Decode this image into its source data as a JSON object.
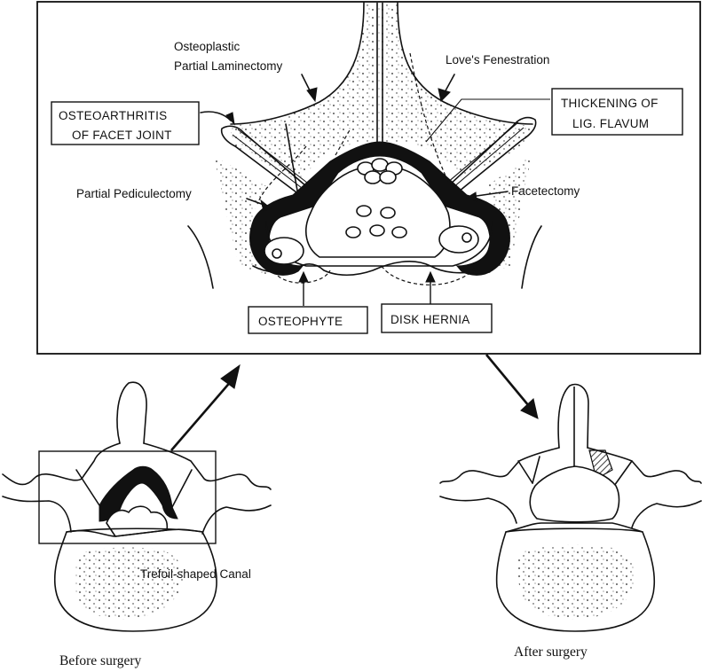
{
  "inset": {
    "labels": {
      "osteoplastic_1": "Osteoplastic",
      "osteoplastic_2": "Partial Laminectomy",
      "loves_fenestration": "Love's Fenestration",
      "partial_pediculectomy": "Partial Pediculectomy",
      "facetectomy": "Facetectomy"
    },
    "boxed_labels": {
      "osteoarthritis_1": "OSTEOARTHRITIS",
      "osteoarthritis_2": "OF FACET JOINT",
      "thickening_1": "THICKENING OF",
      "thickening_2": "LIG. FLAVUM",
      "osteophyte": "OSTEOPHYTE",
      "disk_hernia": "DISK HERNIA"
    }
  },
  "before": {
    "label": "Trefoil-shaped Canal",
    "caption": "Before surgery"
  },
  "after": {
    "caption": "After surgery"
  }
}
